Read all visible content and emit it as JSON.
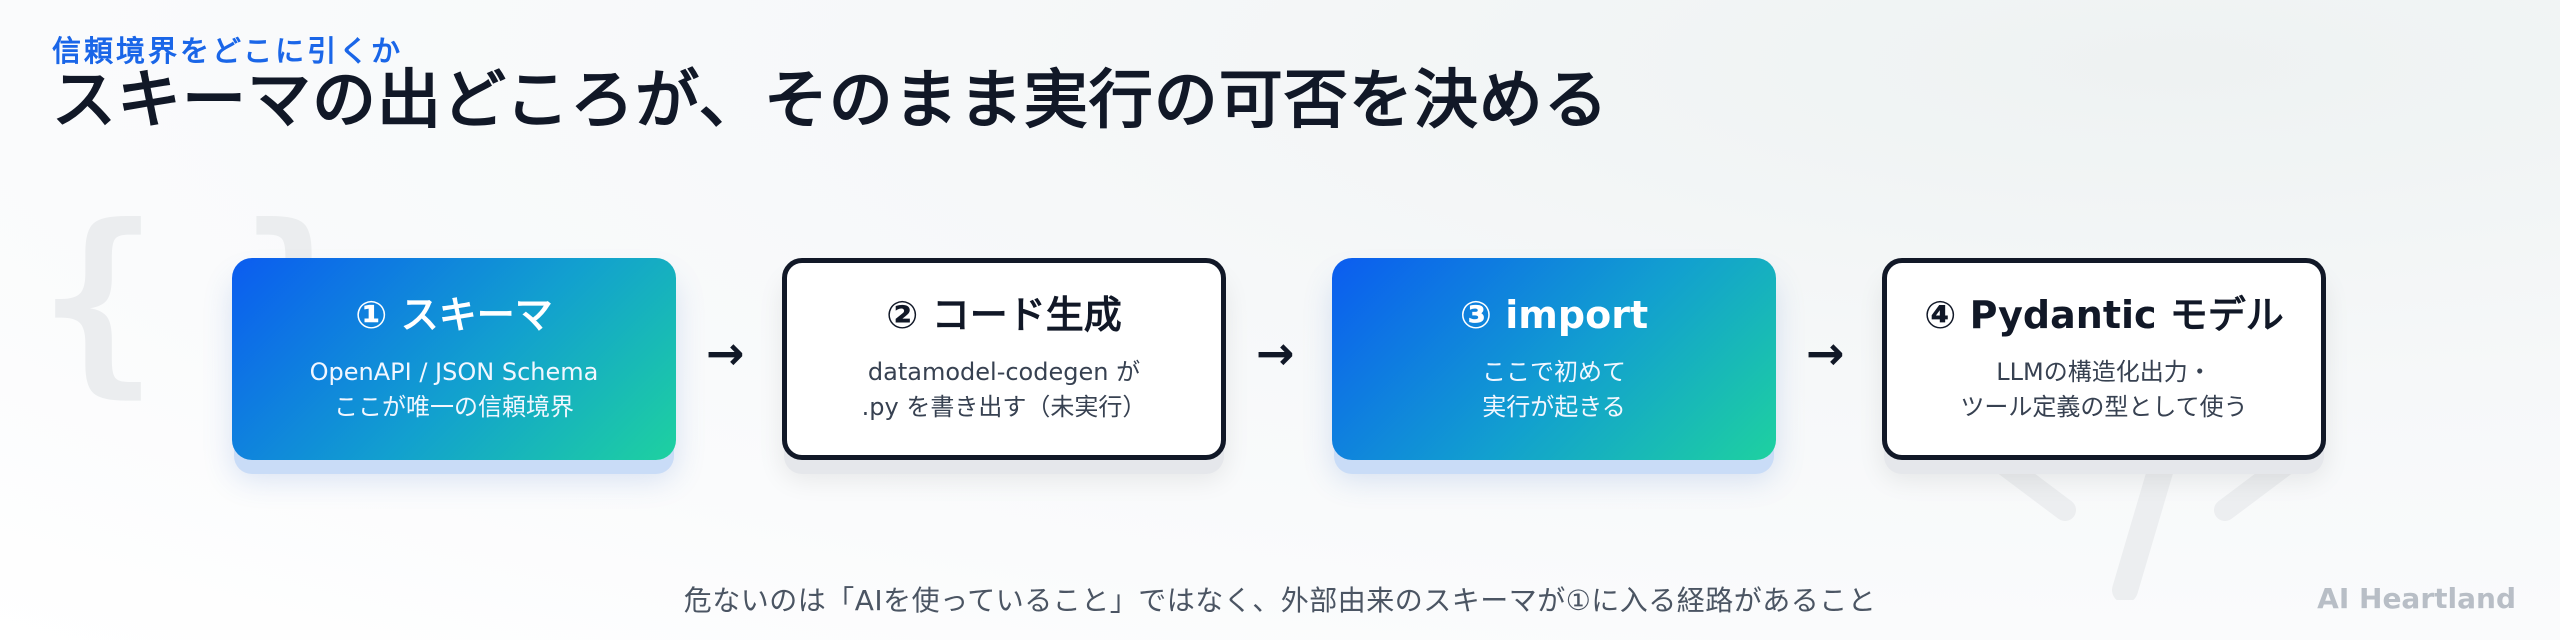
{
  "header": {
    "eyebrow": "信頼境界をどこに引くか",
    "title": "スキーマの出どころが、そのまま実行の可否を決める"
  },
  "steps": [
    {
      "title": "① スキーマ",
      "line1": "OpenAPI / JSON Schema",
      "line2": "ここが唯一の信頼境界",
      "style": "filled"
    },
    {
      "title": "② コード生成",
      "line1": "datamodel-codegen が",
      "line2": ".py を書き出す（未実行）",
      "style": "outlined"
    },
    {
      "title": "③ import",
      "line1": "ここで初めて",
      "line2": "実行が起きる",
      "style": "filled"
    },
    {
      "title": "④ Pydantic モデル",
      "line1": "LLMの構造化出力・",
      "line2": "ツール定義の型として使う",
      "style": "outlined"
    }
  ],
  "arrows": [
    "→",
    "→",
    "→"
  ],
  "background": {
    "braces": "{ }"
  },
  "footer": {
    "note": "危ないのは「AIを使っていること」ではなく、外部由来のスキーマが①に入る経路があること",
    "brand": "AI Heartland"
  },
  "colors": {
    "accent": "#1a66e8",
    "gradient_start": "#0b5cf0",
    "gradient_end": "#1ed1a0",
    "text_dark": "#111827"
  },
  "icons": [
    "arrow-right-icon",
    "curly-braces-icon",
    "code-slash-icon"
  ]
}
